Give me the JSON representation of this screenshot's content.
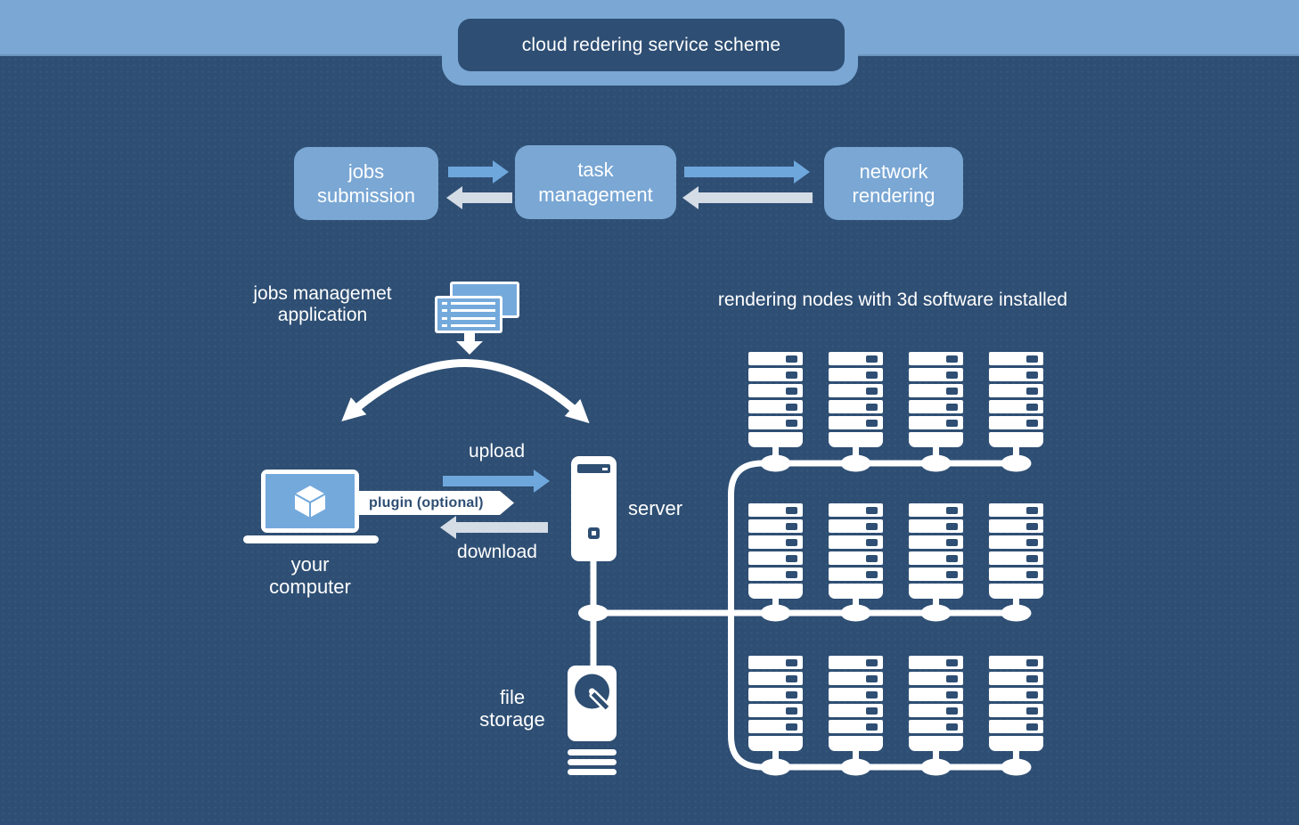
{
  "title": {
    "text": "cloud redering service scheme"
  },
  "flow_boxes": [
    {
      "label": "jobs submission"
    },
    {
      "label": "task management"
    },
    {
      "label": "network rendering"
    }
  ],
  "labels": {
    "jobs_app": "jobs managemet application",
    "rendering_nodes": "rendering nodes with 3d software installed",
    "upload": "upload",
    "plugin": "plugin (optional)",
    "download": "download",
    "your_computer": "your computer",
    "server": "server",
    "file_storage": "file storage"
  },
  "colors": {
    "background": "#2e4e73",
    "band": "#7aa7d4",
    "box_fill": "#7aa7d4",
    "arrow_forward_blue": "#6ea7dc",
    "arrow_back_gray": "#d4dce6",
    "icon_white": "#ffffff",
    "laptop_screen_blue": "#74a9dc",
    "banner_text_dark": "#2e4e73"
  },
  "render_grid": {
    "rows": 3,
    "columns": 4
  }
}
